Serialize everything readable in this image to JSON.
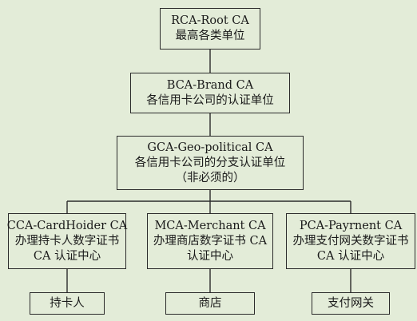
{
  "root": {
    "line1": "RCA-Root CA",
    "line2": "最高各类单位"
  },
  "brand": {
    "line1": "BCA-Brand CA",
    "line2": "各信用卡公司的认证单位"
  },
  "geo": {
    "line1": "GCA-Geo-political CA",
    "line2": "各信用卡公司的分支认证单位",
    "line3": "（非必须的）"
  },
  "cardholder": {
    "line1": "CCA-CardHoider CA",
    "line2": "办理持卡人数字证书",
    "line3": "CA 认证中心"
  },
  "merchant": {
    "line1": "MCA-Merchant CA",
    "line2": "办理商店数字证书 CA",
    "line3": "认证中心"
  },
  "payment": {
    "line1": "PCA-Payrnent CA",
    "line2": "办理支付网关数字证书",
    "line3": "CA 认证中心"
  },
  "leaves": {
    "cardholder": "持卡人",
    "merchant": "商店",
    "payment": "支付网关"
  }
}
